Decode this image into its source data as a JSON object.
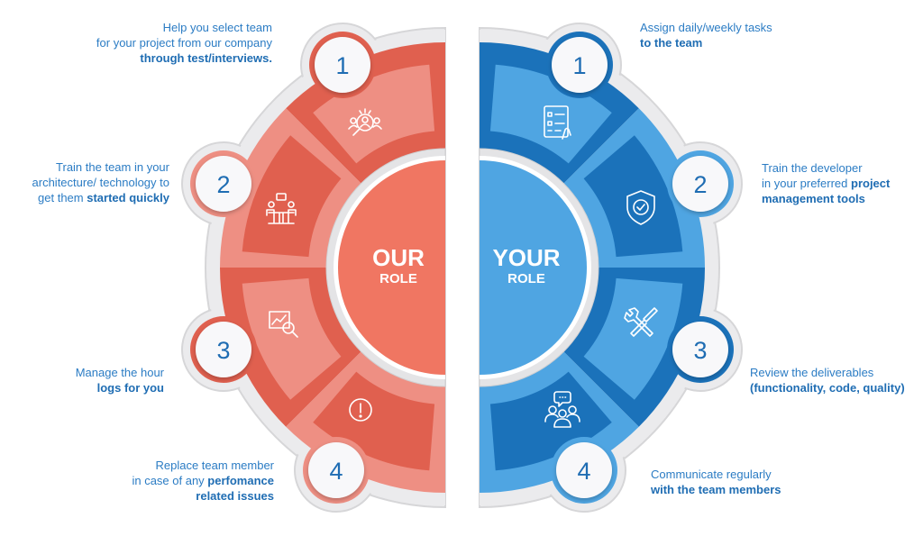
{
  "our_role": {
    "title": "OUR",
    "subtitle": "ROLE",
    "colors": {
      "dark": "#e0604f",
      "light": "#ee8f83",
      "center": "#f07662"
    },
    "steps": [
      {
        "number": "1",
        "icon": "search-people-icon",
        "lines": [
          {
            "t": "Help you select team",
            "b": ""
          },
          {
            "t": "for your project from our company",
            "b": ""
          },
          {
            "t": "",
            "b": "through test/interviews."
          }
        ]
      },
      {
        "number": "2",
        "icon": "meeting-training-icon",
        "lines": [
          {
            "t": "Train the team in your",
            "b": ""
          },
          {
            "t": "architecture/ technology to",
            "b": ""
          },
          {
            "t": "get them ",
            "b": "started quickly"
          }
        ]
      },
      {
        "number": "3",
        "icon": "chart-analysis-icon",
        "lines": [
          {
            "t": "Manage the hour",
            "b": ""
          },
          {
            "t": "",
            "b": "logs for you"
          }
        ]
      },
      {
        "number": "4",
        "icon": "alert-icon",
        "lines": [
          {
            "t": "Replace team member",
            "b": ""
          },
          {
            "t": "in case of any ",
            "b": "perfomance"
          },
          {
            "t": "",
            "b": "related issues"
          }
        ]
      }
    ]
  },
  "your_role": {
    "title": "YOUR",
    "subtitle": "ROLE",
    "colors": {
      "dark": "#1b72ba",
      "light": "#4fa5e2",
      "center": "#4fa5e2"
    },
    "steps": [
      {
        "number": "1",
        "icon": "task-list-icon",
        "lines": [
          {
            "t": "Assign daily/weekly tasks",
            "b": ""
          },
          {
            "t": "",
            "b": "to the team"
          }
        ]
      },
      {
        "number": "2",
        "icon": "shield-check-icon",
        "lines": [
          {
            "t": "Train the developer",
            "b": ""
          },
          {
            "t": "in your preferred ",
            "b": "project"
          },
          {
            "t": "",
            "b": "management tools"
          }
        ]
      },
      {
        "number": "3",
        "icon": "tools-icon",
        "lines": [
          {
            "t": "Review the deliverables",
            "b": ""
          },
          {
            "t": "",
            "b": "(functionality, code, quality)"
          }
        ]
      },
      {
        "number": "4",
        "icon": "team-chat-icon",
        "lines": [
          {
            "t": "Communicate regularly",
            "b": ""
          },
          {
            "t": "",
            "b": "with the team members"
          }
        ]
      }
    ]
  }
}
